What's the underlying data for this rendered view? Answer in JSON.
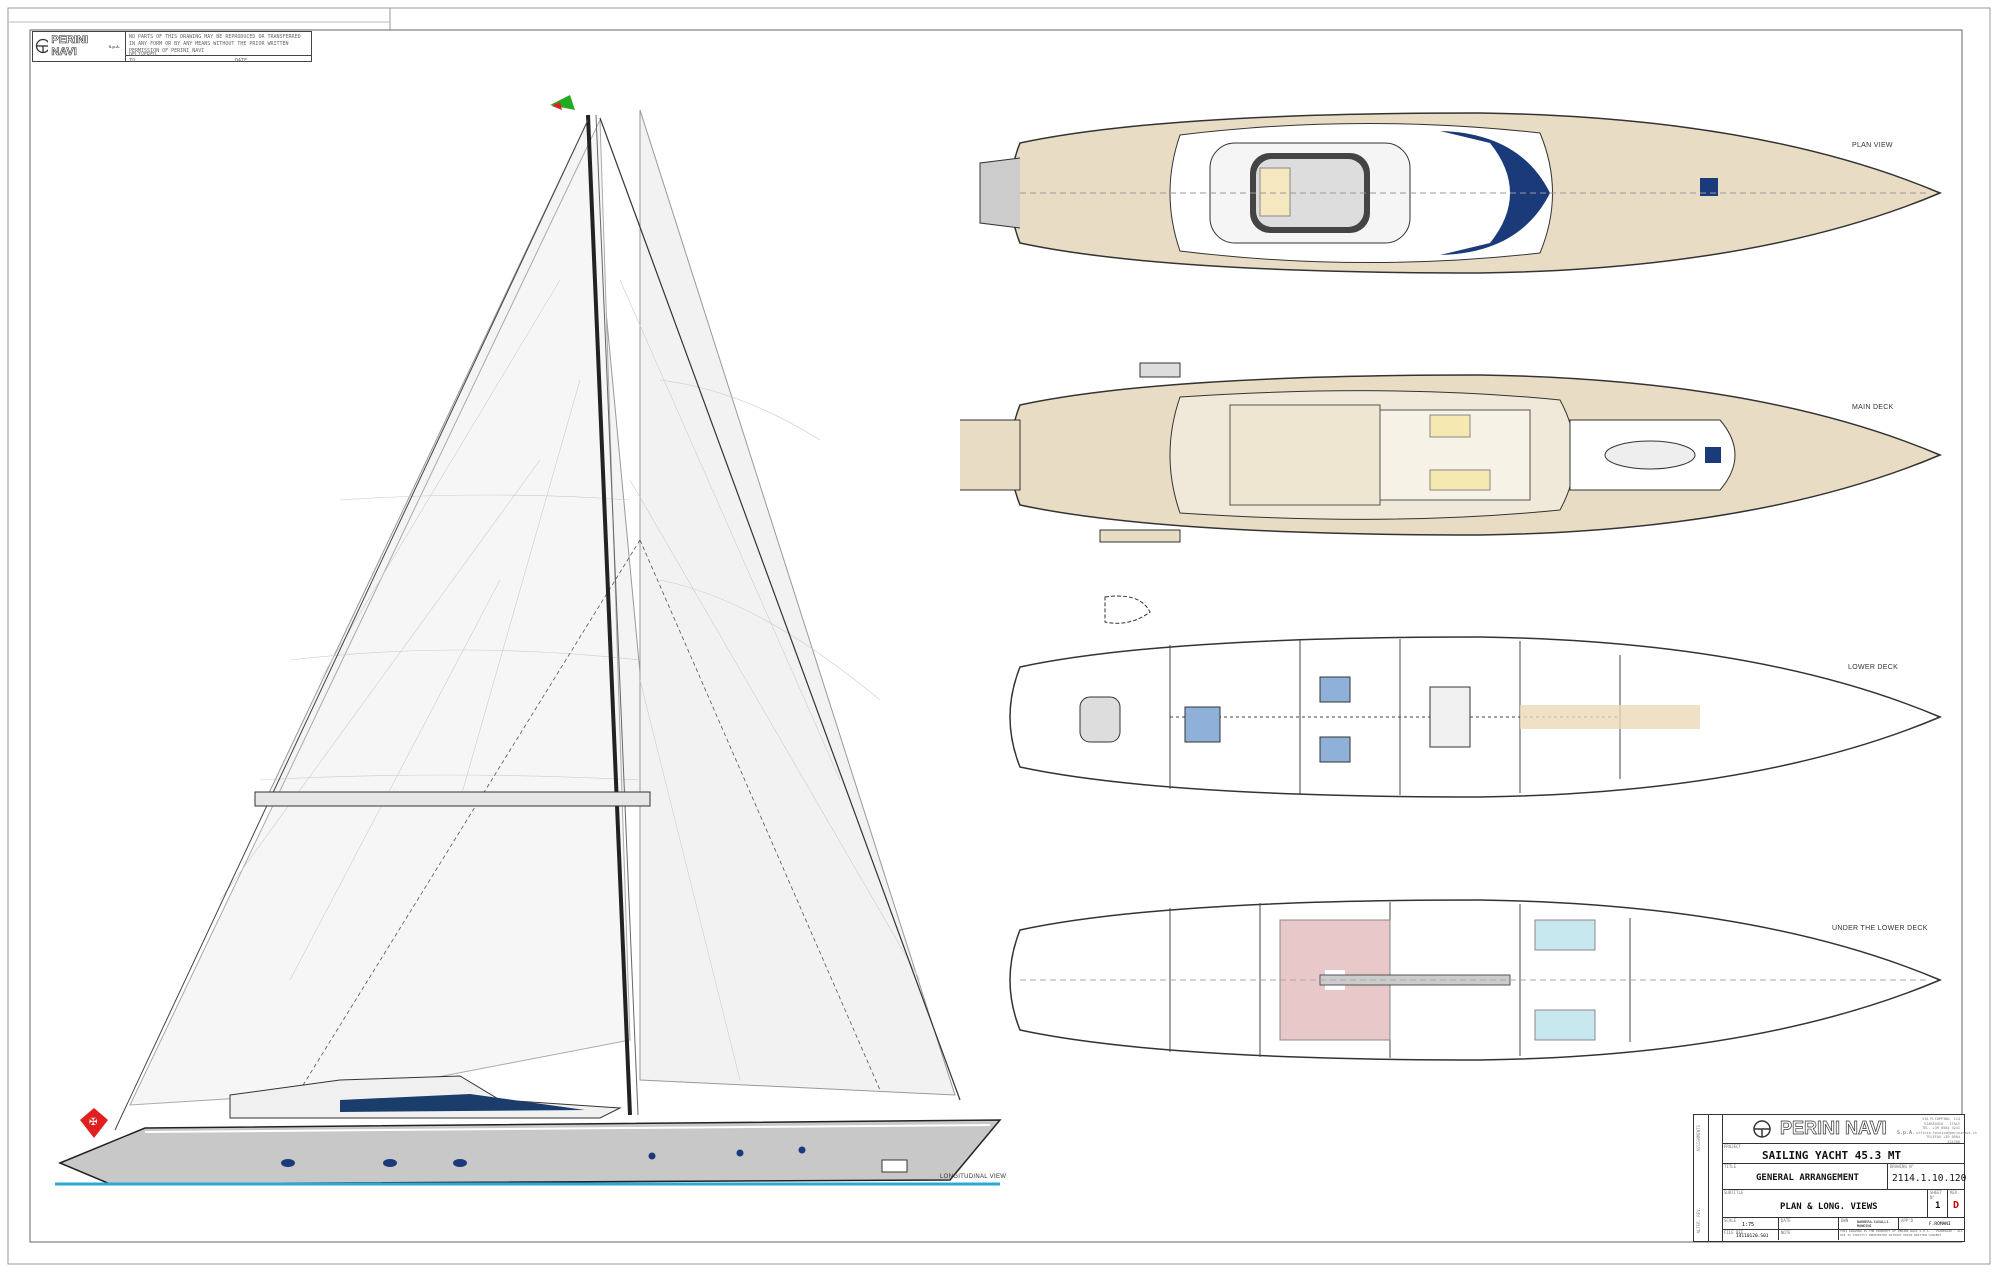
{
  "notice": {
    "brand": "PERINI NAVI",
    "brand_suffix": "S.p.A.",
    "text": "NO PARTS OF THIS DRAWING MAY BE REPRODUCED OR TRANSFERRED IN ANY FORM OR BY ANY MEANS WITHOUT THE PRIOR WRITTEN PERMISSION OF PERINI NAVI",
    "delivered_to_label": "DELIVERED TO",
    "date_label": "DATE"
  },
  "views": {
    "plan_view": "PLAN VIEW",
    "main_deck": "MAIN DECK",
    "lower_deck": "LOWER DECK",
    "under_lower_deck": "UNDER THE LOWER DECK",
    "longitudinal_view": "LONGITUDINAL VIEW"
  },
  "title_block": {
    "brand": "PERINI NAVI",
    "brand_suffix": "S.p.A.",
    "address": [
      "VIA M.COPPINO, 114",
      "VIAREGGIO - ITALY",
      "TEL. +39 0584 4241",
      "ufficio.tecnico@perininavi.it",
      "TELEFAX +39 0584 424200"
    ],
    "side_label_1": "ASSIGNMENTS",
    "side_label_2": "ALTER. REV.",
    "project_label": "PROJECT",
    "project": "SAILING YACHT 45.3 MT",
    "title_label": "TITLE",
    "title": "GENERAL ARRANGEMENT",
    "drawing_no_label": "DRAWING N°",
    "drawing_no": "2114.1.10.120",
    "subtitle_label": "SUBTITLE",
    "subtitle": "PLAN & LONG. VIEWS",
    "sheet_label": "SHEET N°",
    "sheet": "1",
    "rev_label": "REV.",
    "rev": "D",
    "scale_label": "SCALE",
    "scale": "1:75",
    "date_label": "DATE",
    "dwn_label": "DWN",
    "dwn": "BARBERA-CAVALLI-MANDINI",
    "appd_label": "APP'D",
    "appd": "F.ROMANI",
    "file_ref_label": "FILE REF.",
    "file_ref": "14110120.S01",
    "note_label": "NOTE",
    "property_note": "THIS DRAWING IS THE PROPERTY OF PERINI NAVI S.P.A. - VIAREGGIO - ALL USE IS STRICTLY PROHIBITED WITHOUT PRIOR WRITTEN CONSENT"
  },
  "colors": {
    "deck": "#e8dcc4",
    "navy": "#1a3a7a",
    "rev": "#cc0000",
    "waterline": "#2aa8d8",
    "hull": "#c8c8c8"
  }
}
